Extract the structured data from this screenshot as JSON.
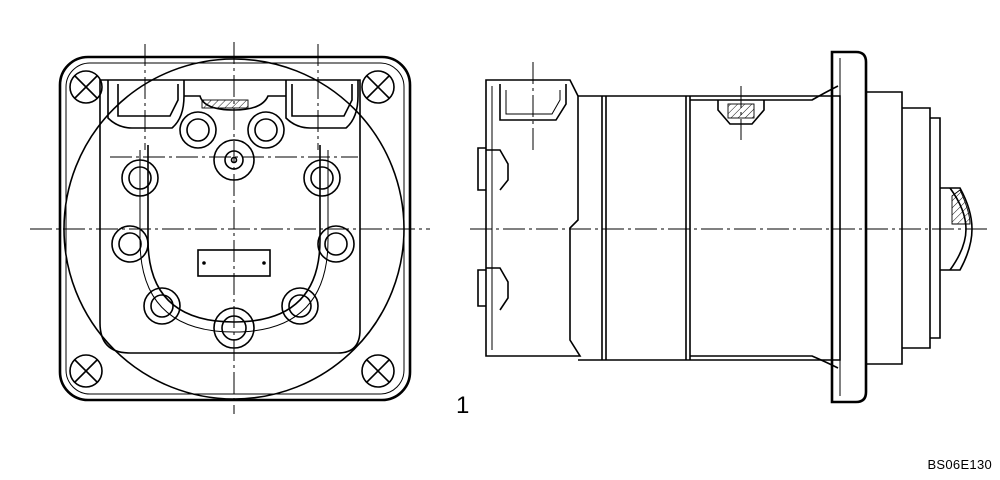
{
  "figure": {
    "callout_number": "1",
    "reference_code": "BS06E130"
  },
  "views": [
    {
      "name": "front-view"
    },
    {
      "name": "side-view"
    }
  ]
}
